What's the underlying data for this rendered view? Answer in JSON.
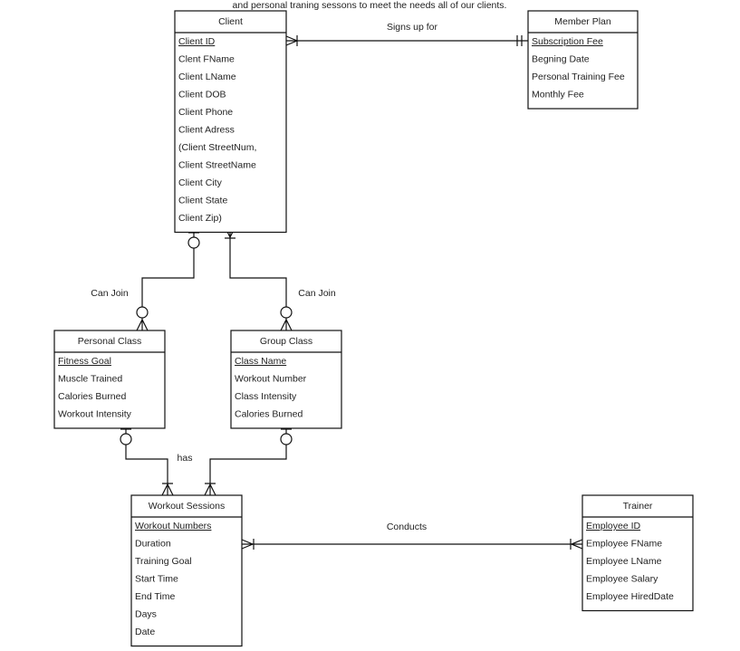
{
  "caption": "and personal traning sessons to meet the needs all of our clients.",
  "entities": {
    "client": {
      "title": "Client",
      "key": "Client ID",
      "attributes": [
        "Clent FName",
        "Client LName",
        "Client DOB",
        "Client Phone",
        "Client Adress",
        "(Client StreetNum,",
        "Client StreetName",
        "Client City",
        "Client State",
        "Client Zip)"
      ]
    },
    "member_plan": {
      "title": "Member Plan",
      "key": "Subscription Fee",
      "attributes": [
        "Begning  Date",
        "Personal Training Fee",
        "Monthly Fee"
      ]
    },
    "personal_class": {
      "title": "Personal Class",
      "key": "Fitness Goal",
      "attributes": [
        "Muscle Trained",
        "Calories Burned",
        "Workout Intensity"
      ]
    },
    "group_class": {
      "title": "Group Class",
      "key": "Class Name",
      "attributes": [
        "Workout Number",
        "Class Intensity",
        "Calories Burned"
      ]
    },
    "workout_sessions": {
      "title": "Workout Sessions",
      "key": "Workout Numbers",
      "attributes": [
        "Duration",
        "Training Goal",
        "Start Time",
        "End Time",
        "Days",
        "Date"
      ]
    },
    "trainer": {
      "title": "Trainer",
      "key": "Employee ID",
      "attributes": [
        "Employee FName",
        "Employee LName",
        "Employee Salary",
        "Employee HiredDate"
      ]
    }
  },
  "relationships": {
    "signs_up_for": "Signs up for",
    "can_join_personal": "Can Join",
    "can_join_group": "Can Join",
    "has": "has",
    "conducts": "Conducts"
  }
}
